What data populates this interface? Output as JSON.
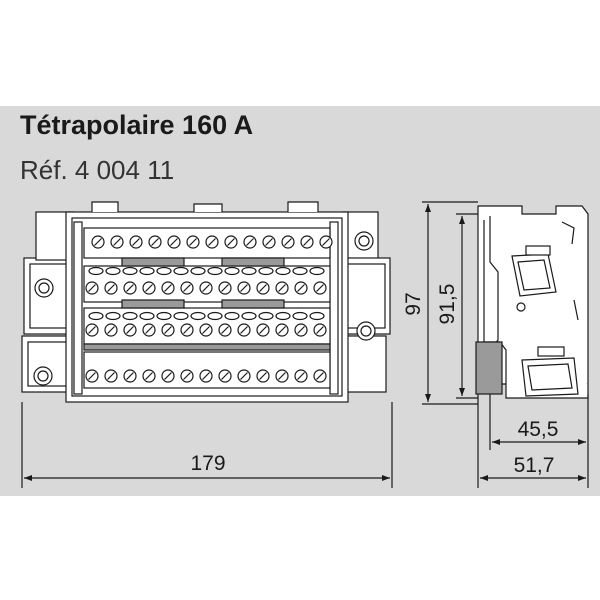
{
  "header": {
    "title": "Tétrapolaire 160 A",
    "reference": "Réf. 4 004 11"
  },
  "dimensions": {
    "width": "179",
    "height_overall": "97",
    "height_inner": "91,5",
    "depth_inner": "45,5",
    "depth_overall": "51,7"
  },
  "colors": {
    "panel": "#d9d9d9",
    "line": "#1a1a1a",
    "body": "#ffffff",
    "fill_dark": "#9a9a9a"
  }
}
